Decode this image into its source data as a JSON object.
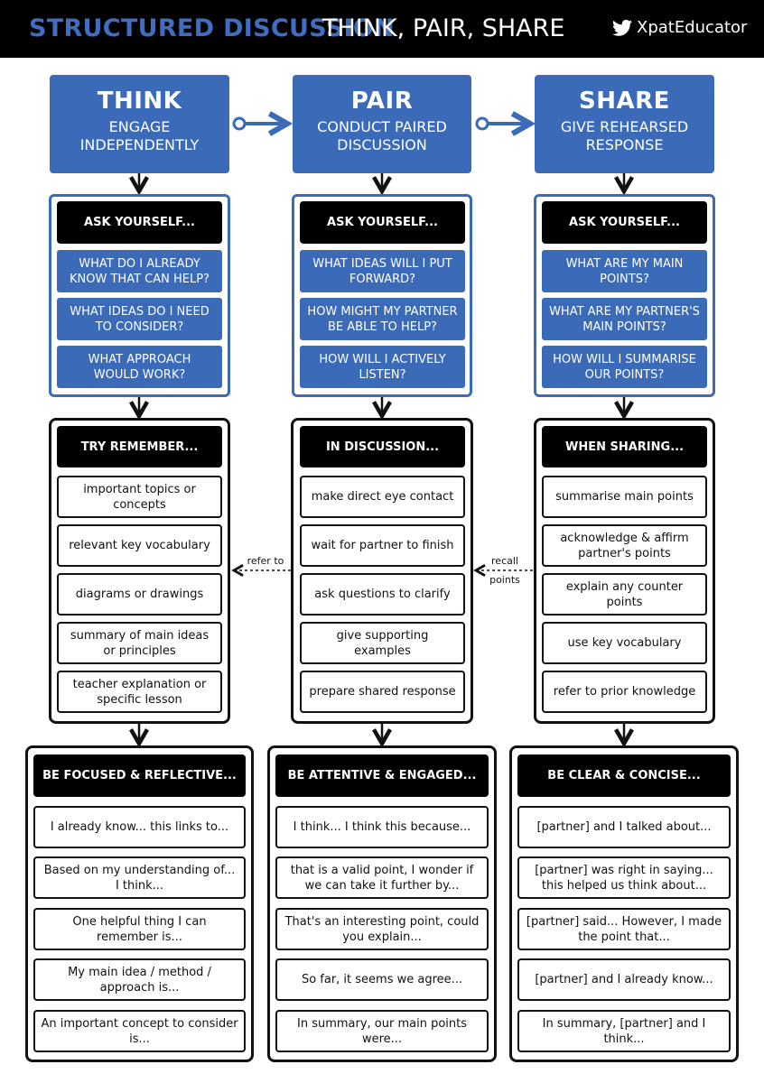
{
  "header": {
    "title": "STRUCTURED DISCUSSION",
    "subtitle": "THINK, PAIR, SHARE",
    "handle": "XpatEducator",
    "icon": "twitter-bird-icon"
  },
  "colors": {
    "accent": "#3a6ab8",
    "dark": "#000000",
    "background": "#ffffff"
  },
  "stages": [
    {
      "title": "THINK",
      "subtitle": "ENGAGE INDEPENDENTLY",
      "ask_heading": "ASK YOURSELF...",
      "questions": [
        "WHAT DO I ALREADY KNOW THAT CAN HELP?",
        "WHAT IDEAS DO I NEED TO CONSIDER?",
        "WHAT APPROACH WOULD WORK?"
      ],
      "mid_heading": "TRY REMEMBER...",
      "mid_items": [
        "important topics or concepts",
        "relevant key vocabulary",
        "diagrams or drawings",
        "summary of main ideas or principles",
        "teacher explanation or specific lesson"
      ],
      "bottom_heading": "BE FOCUSED & REFLECTIVE...",
      "bottom_items": [
        "I already know... this links to...",
        "Based on my understanding of... I think...",
        "One helpful thing I can remember is...",
        "My main idea / method / approach is...",
        "An important concept to consider is..."
      ]
    },
    {
      "title": "PAIR",
      "subtitle": "CONDUCT PAIRED DISCUSSION",
      "ask_heading": "ASK YOURSELF...",
      "questions": [
        "WHAT IDEAS WILL I PUT FORWARD?",
        "HOW MIGHT MY PARTNER BE ABLE TO HELP?",
        "HOW WILL I ACTIVELY LISTEN?"
      ],
      "mid_heading": "IN DISCUSSION...",
      "mid_items": [
        "make direct eye contact",
        "wait for partner to finish",
        "ask questions to clarify",
        "give supporting examples",
        "prepare shared response"
      ],
      "bottom_heading": "BE ATTENTIVE & ENGAGED...",
      "bottom_items": [
        "I think... I think this because...",
        "that is a valid point, I wonder if we can take it further by...",
        "That's an interesting point, could you explain...",
        "So far, it seems we agree...",
        "In summary, our main points were..."
      ]
    },
    {
      "title": "SHARE",
      "subtitle": "GIVE REHEARSED RESPONSE",
      "ask_heading": "ASK YOURSELF...",
      "questions": [
        "WHAT ARE MY MAIN POINTS?",
        "WHAT ARE MY PARTNER'S MAIN POINTS?",
        "HOW WILL I SUMMARISE OUR POINTS?"
      ],
      "mid_heading": "WHEN SHARING...",
      "mid_items": [
        "summarise main points",
        "acknowledge & affirm partner's points",
        "explain any counter points",
        "use key vocabulary",
        "refer to prior knowledge"
      ],
      "bottom_heading": "BE CLEAR & CONCISE...",
      "bottom_items": [
        "[partner] and I talked about...",
        "[partner] was right in saying... this helped us think about...",
        "[partner] said... However, I made the point that...",
        "[partner] and I already know...",
        "In summary, [partner] and I think..."
      ]
    }
  ],
  "connectors": {
    "refer_to": "refer to",
    "recall_points": "recall points"
  }
}
